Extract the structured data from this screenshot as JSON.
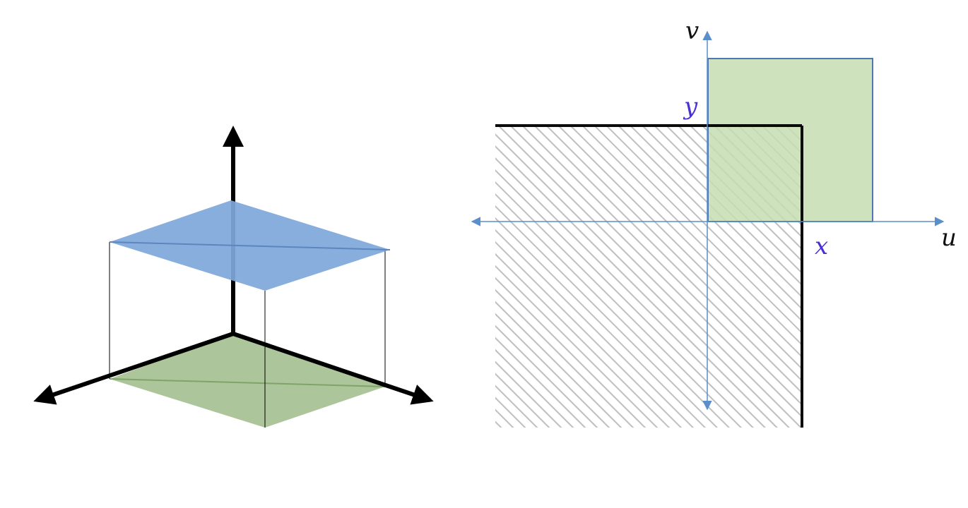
{
  "colors": {
    "axis_black": "#000000",
    "top_plane": "#7FA8DB",
    "bottom_plane": "#A3BF8F",
    "uv_axis": "#5B8FCC",
    "green_square_fill": "#C6DDB1",
    "green_square_stroke": "#4F77B0",
    "hatch": "#BFBFBF",
    "label_dark": "#111111",
    "label_purple": "#4B2FD6"
  },
  "right_diagram": {
    "axis_labels": {
      "horizontal": "u",
      "vertical": "v"
    },
    "point_labels": {
      "x": "x",
      "y": "y"
    }
  }
}
